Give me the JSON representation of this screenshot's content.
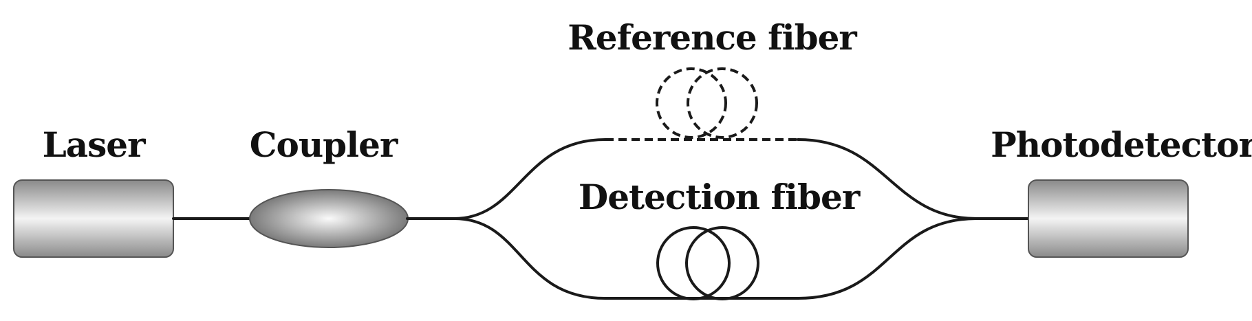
{
  "labels": {
    "laser": "Laser",
    "coupler": "Coupler",
    "reference_fiber": "Reference fiber",
    "detection_fiber": "Detection fiber",
    "photodetector": "Photodetector"
  },
  "colors": {
    "line": "#1a1a1a",
    "device_light": "#f4f4f4",
    "device_dark": "#8a8a8a",
    "coupler_light": "#fafafa",
    "coupler_dark": "#7a7a7a"
  },
  "links": {
    "reference_path": "dashed",
    "detection_path": "solid"
  }
}
